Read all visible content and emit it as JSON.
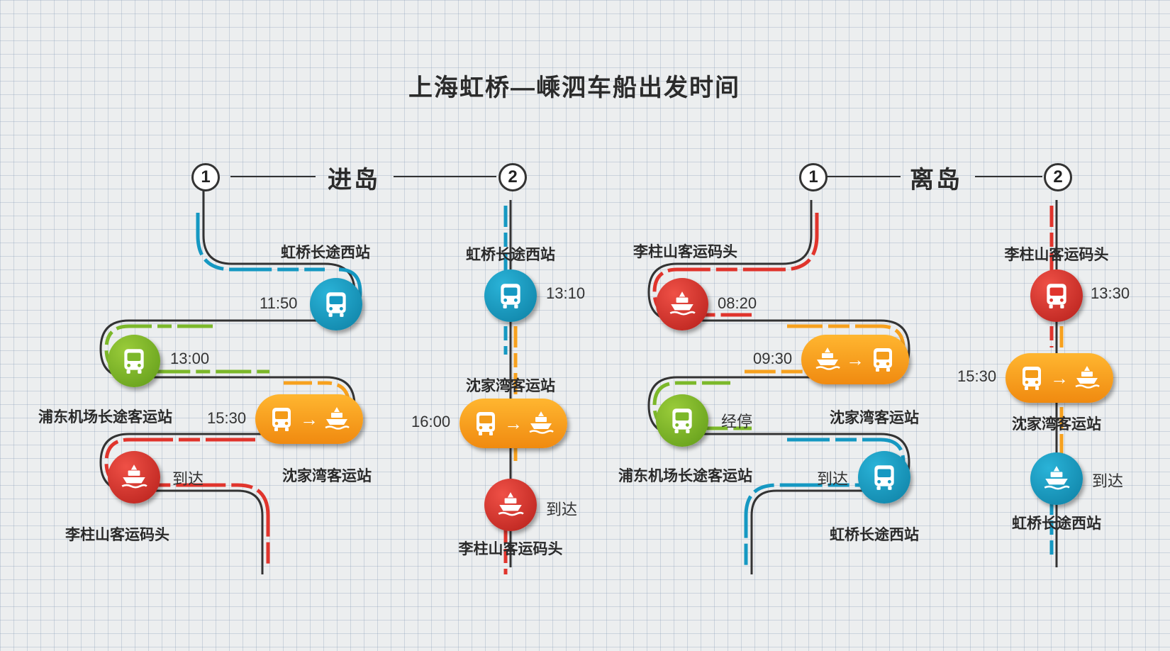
{
  "title": "上海虹桥—嵊泗车船出发时间",
  "colors": {
    "bus_blue": "#1598c2",
    "bus_green": "#7cb82a",
    "ship_red": "#e0342c",
    "transfer_orange": "#f7a11e",
    "line_dark": "#333333"
  },
  "icons": {
    "bus": "bus-icon",
    "ship": "ship-icon",
    "transfer_arrow": "arrow-right-icon"
  },
  "inbound": {
    "title": "进岛",
    "route1": {
      "number": "1",
      "stops": [
        {
          "station": "虹桥长途西站",
          "time": "11:50",
          "mode": "bus"
        },
        {
          "station": "浦东机场长途客运站",
          "time": "13:00",
          "mode": "bus"
        },
        {
          "station": "沈家湾客运站",
          "time": "15:30",
          "mode": "bus-to-ship"
        },
        {
          "station": "李柱山客运码头",
          "time": "到达",
          "mode": "ship"
        }
      ]
    },
    "route2": {
      "number": "2",
      "stops": [
        {
          "station": "虹桥长途西站",
          "time": "13:10",
          "mode": "bus"
        },
        {
          "station": "沈家湾客运站",
          "time": "16:00",
          "mode": "bus-to-ship"
        },
        {
          "station": "李柱山客运码头",
          "time": "到达",
          "mode": "ship"
        }
      ]
    }
  },
  "outbound": {
    "title": "离岛",
    "route1": {
      "number": "1",
      "stops": [
        {
          "station": "李柱山客运码头",
          "time": "08:20",
          "mode": "ship"
        },
        {
          "station": "沈家湾客运站",
          "time": "09:30",
          "mode": "ship-to-bus"
        },
        {
          "station": "浦东机场长途客运站",
          "time": "经停",
          "mode": "bus"
        },
        {
          "station": "虹桥长途西站",
          "time": "到达",
          "mode": "bus"
        }
      ]
    },
    "route2": {
      "number": "2",
      "stops": [
        {
          "station": "李柱山客运码头",
          "time": "13:30",
          "mode": "bus"
        },
        {
          "station": "沈家湾客运站",
          "time": "15:30",
          "mode": "bus-to-ship"
        },
        {
          "station": "虹桥长途西站",
          "time": "到达",
          "mode": "ship"
        }
      ]
    }
  }
}
